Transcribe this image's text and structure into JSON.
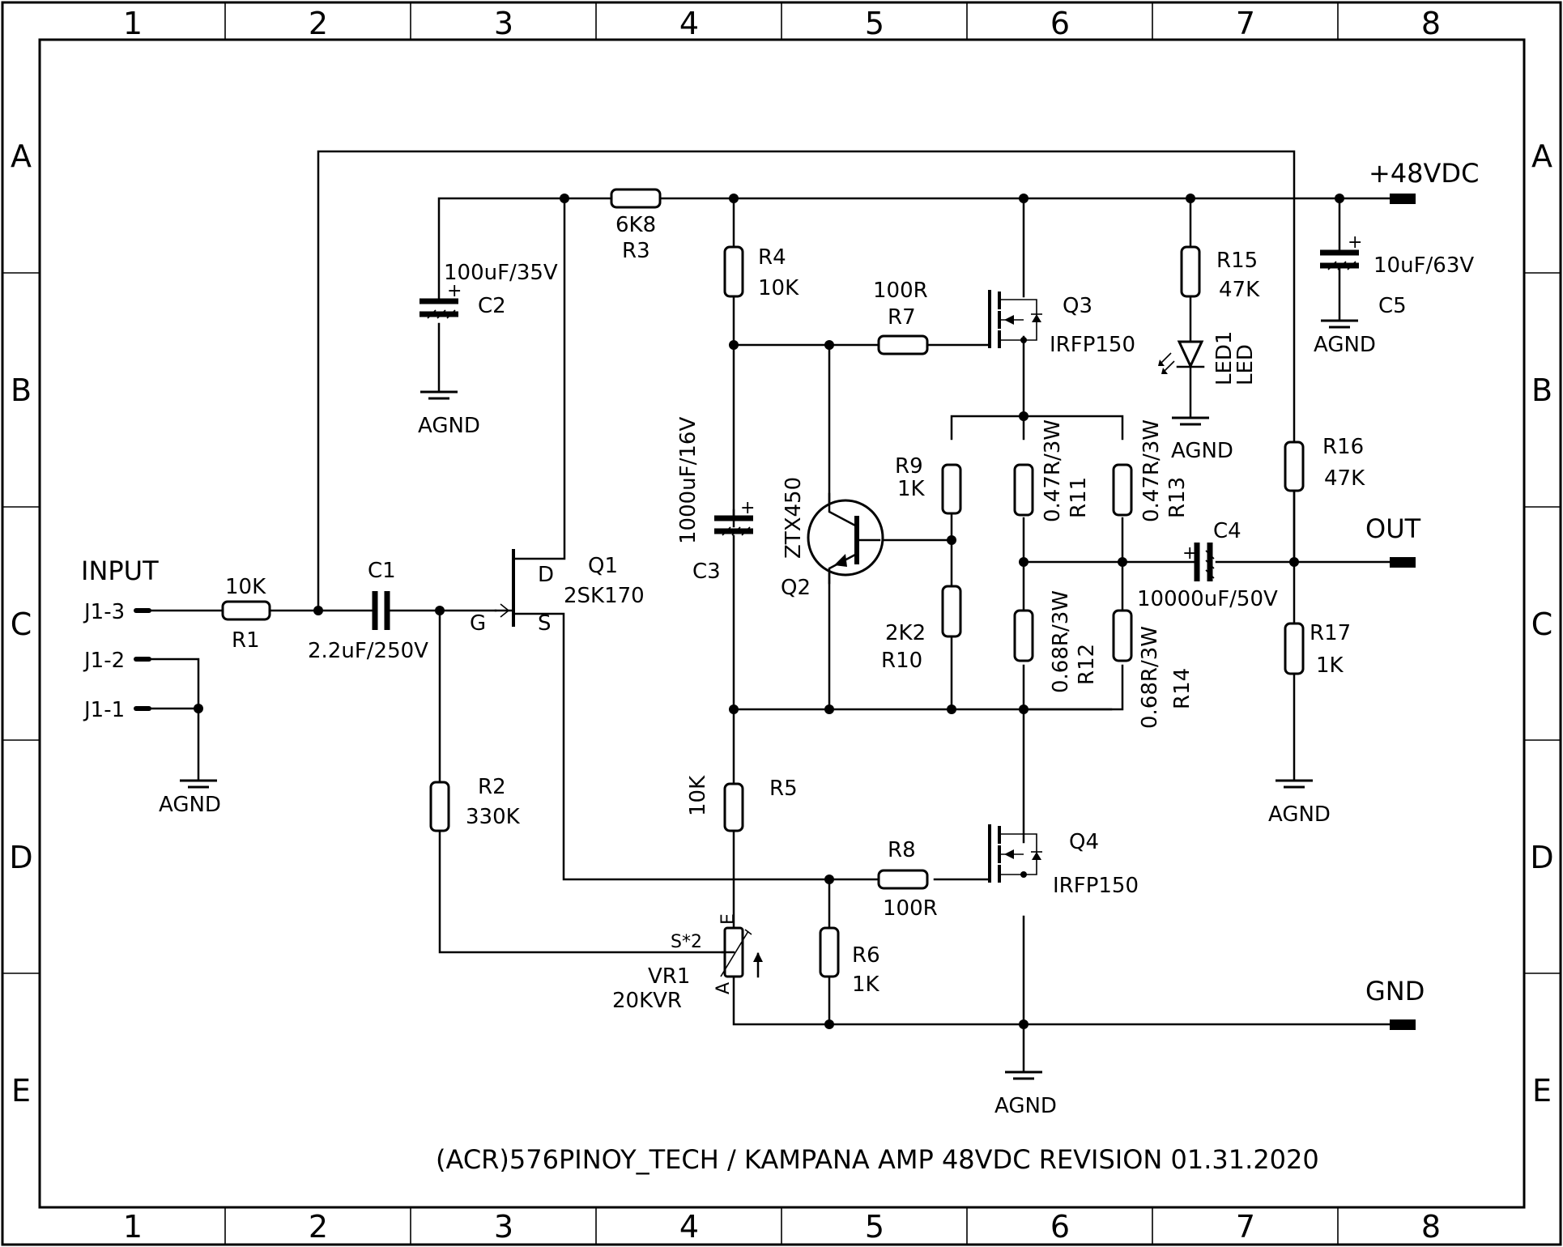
{
  "frame": {
    "columns": [
      "1",
      "2",
      "3",
      "4",
      "5",
      "6",
      "7",
      "8"
    ],
    "rows": [
      "A",
      "B",
      "C",
      "D",
      "E"
    ]
  },
  "title_block": "(ACR)576PINOY_TECH / KAMPANA AMP 48VDC REVISION 01.31.2020",
  "ports": {
    "input": "INPUT",
    "supply": "+48VDC",
    "out": "OUT",
    "gnd": "GND",
    "j1_3": "J1-3",
    "j1_2": "J1-2",
    "j1_1": "J1-1"
  },
  "ground_label": "AGND",
  "components": {
    "r1": {
      "ref": "R1",
      "value": "10K"
    },
    "r2": {
      "ref": "R2",
      "value": "330K"
    },
    "r3": {
      "ref": "R3",
      "value": "6K8"
    },
    "r4": {
      "ref": "R4",
      "value": "10K"
    },
    "r5": {
      "ref": "R5",
      "value": "10K"
    },
    "r6": {
      "ref": "R6",
      "value": "1K"
    },
    "r7": {
      "ref": "R7",
      "value": "100R"
    },
    "r8": {
      "ref": "R8",
      "value": "100R"
    },
    "r9": {
      "ref": "R9",
      "value": "1K"
    },
    "r10": {
      "ref": "R10",
      "value": "2K2"
    },
    "r11": {
      "ref": "R11",
      "value": "0.47R/3W"
    },
    "r12": {
      "ref": "R12",
      "value": "0.68R/3W"
    },
    "r13": {
      "ref": "R13",
      "value": "0.47R/3W"
    },
    "r14": {
      "ref": "R14",
      "value": "0.68R/3W"
    },
    "r15": {
      "ref": "R15",
      "value": "47K"
    },
    "r16": {
      "ref": "R16",
      "value": "47K"
    },
    "r17": {
      "ref": "R17",
      "value": "1K"
    },
    "c1": {
      "ref": "C1",
      "value": "2.2uF/250V"
    },
    "c2": {
      "ref": "C2",
      "value": "100uF/35V"
    },
    "c3": {
      "ref": "C3",
      "value": "1000uF/16V"
    },
    "c4": {
      "ref": "C4",
      "value": "10000uF/50V"
    },
    "c5": {
      "ref": "C5",
      "value": "10uF/63V"
    },
    "q1": {
      "ref": "Q1",
      "value": "2SK170",
      "pin_d": "D",
      "pin_g": "G",
      "pin_s": "S"
    },
    "q2": {
      "ref": "Q2",
      "value": "ZTX450"
    },
    "q3": {
      "ref": "Q3",
      "value": "IRFP150"
    },
    "q4": {
      "ref": "Q4",
      "value": "IRFP150"
    },
    "vr1": {
      "ref": "VR1",
      "value": "20KVR",
      "pin_e": "E",
      "pin_a": "A",
      "pin_s": "S*2"
    },
    "led1": {
      "ref": "LED1",
      "value": "LED"
    }
  }
}
